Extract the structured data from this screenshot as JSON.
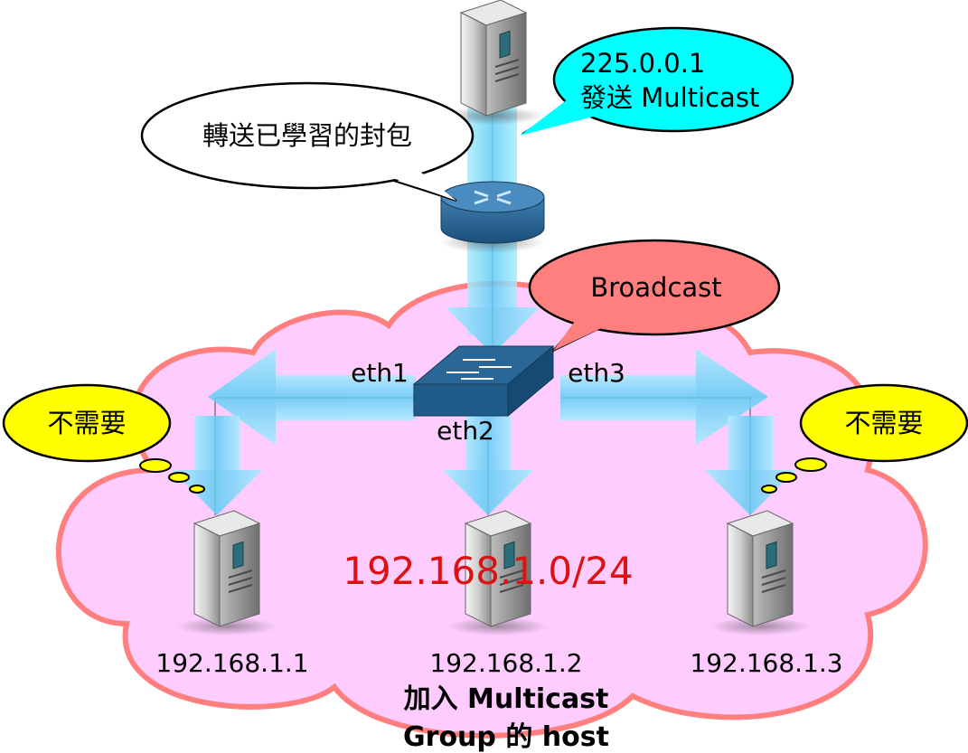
{
  "colors": {
    "cloud_fill": "#ffccff",
    "cloud_stroke": "#ff7f7f",
    "arrow": "#73d9ff",
    "bubble_cyan": "#00ffff",
    "bubble_red": "#ff7f7f",
    "bubble_yellow": "#ffff00",
    "network_label": "#dd1111"
  },
  "source": {
    "bubble_lines": [
      "225.0.0.1",
      "發送 Multicast"
    ]
  },
  "router": {
    "bubble": "轉送已學習的封包"
  },
  "switch": {
    "bubble": "Broadcast",
    "ports": {
      "eth1": "eth1",
      "eth2": "eth2",
      "eth3": "eth3"
    }
  },
  "network": {
    "label": "192.168.1.0/24"
  },
  "hosts": [
    {
      "ip": "192.168.1.1",
      "thought": "不需要"
    },
    {
      "ip": "192.168.1.2"
    },
    {
      "ip": "192.168.1.3",
      "thought": "不需要"
    }
  ],
  "member_caption": {
    "line1": "加入 Multicast",
    "line2": "Group 的 host"
  },
  "icons": [
    "server-icon",
    "router-icon",
    "switch-icon",
    "cloud-icon"
  ]
}
